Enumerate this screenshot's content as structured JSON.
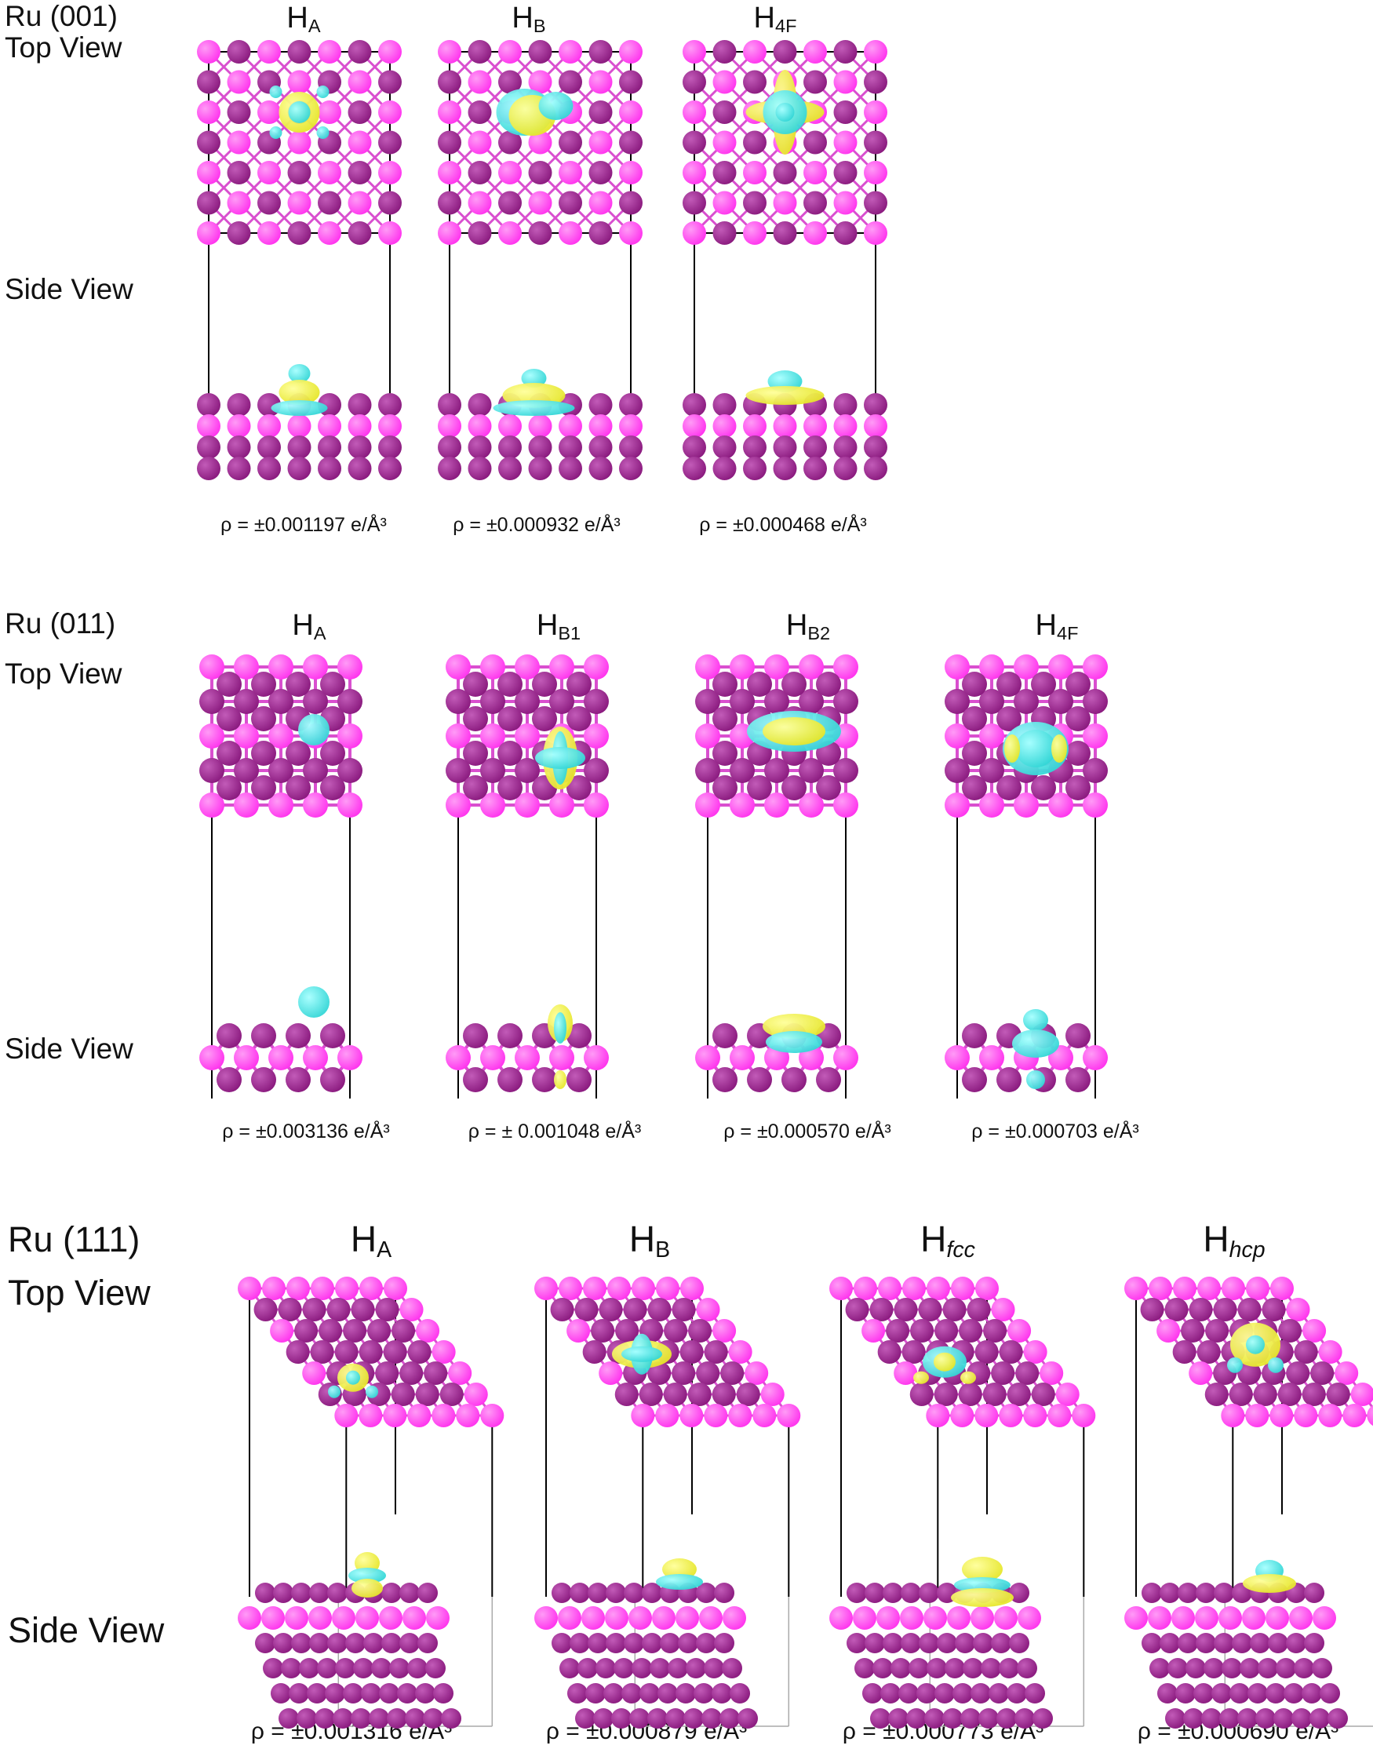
{
  "colors": {
    "ru_bright": "#ff33ee",
    "ru_dark": "#8a1a7e",
    "iso_positive": "#e6e62a",
    "iso_negative": "#33d6d6",
    "bond": "#d94fcf",
    "cell_line": "#000000"
  },
  "rows": [
    {
      "facet": "Ru (001)",
      "top_view": "Top View",
      "side_view": "Side View",
      "panels": [
        {
          "site_base": "H",
          "site_sub": "A",
          "rho": "ρ = ±0.001197 e/Å³"
        },
        {
          "site_base": "H",
          "site_sub": "B",
          "rho": "ρ = ±0.000932 e/Å³"
        },
        {
          "site_base": "H",
          "site_sub": "4F",
          "rho": "ρ = ±0.000468 e/Å³"
        }
      ]
    },
    {
      "facet": "Ru (011)",
      "top_view": "Top View",
      "side_view": "Side View",
      "panels": [
        {
          "site_base": "H",
          "site_sub": "A",
          "rho": "ρ = ±0.003136 e/Å³"
        },
        {
          "site_base": "H",
          "site_sub": "B1",
          "rho": "ρ = ± 0.001048 e/Å³"
        },
        {
          "site_base": "H",
          "site_sub": "B2",
          "rho": "ρ = ±0.000570 e/Å³"
        },
        {
          "site_base": "H",
          "site_sub": "4F",
          "rho": "ρ = ±0.000703 e/Å³"
        }
      ]
    },
    {
      "facet": "Ru (111)",
      "top_view": "Top View",
      "side_view": "Side View",
      "panels": [
        {
          "site_base": "H",
          "site_sub": "A",
          "rho": "ρ = ±0.001316 e/Å³"
        },
        {
          "site_base": "H",
          "site_sub": "B",
          "rho": "ρ = ±0.000879 e/Å³"
        },
        {
          "site_base": "H",
          "site_sub": "fcc",
          "rho": "ρ = ±0.000773 e/Å³"
        },
        {
          "site_base": "H",
          "site_sub": "hcp",
          "rho": "ρ = ±0.000690 e/Å³"
        }
      ]
    }
  ]
}
